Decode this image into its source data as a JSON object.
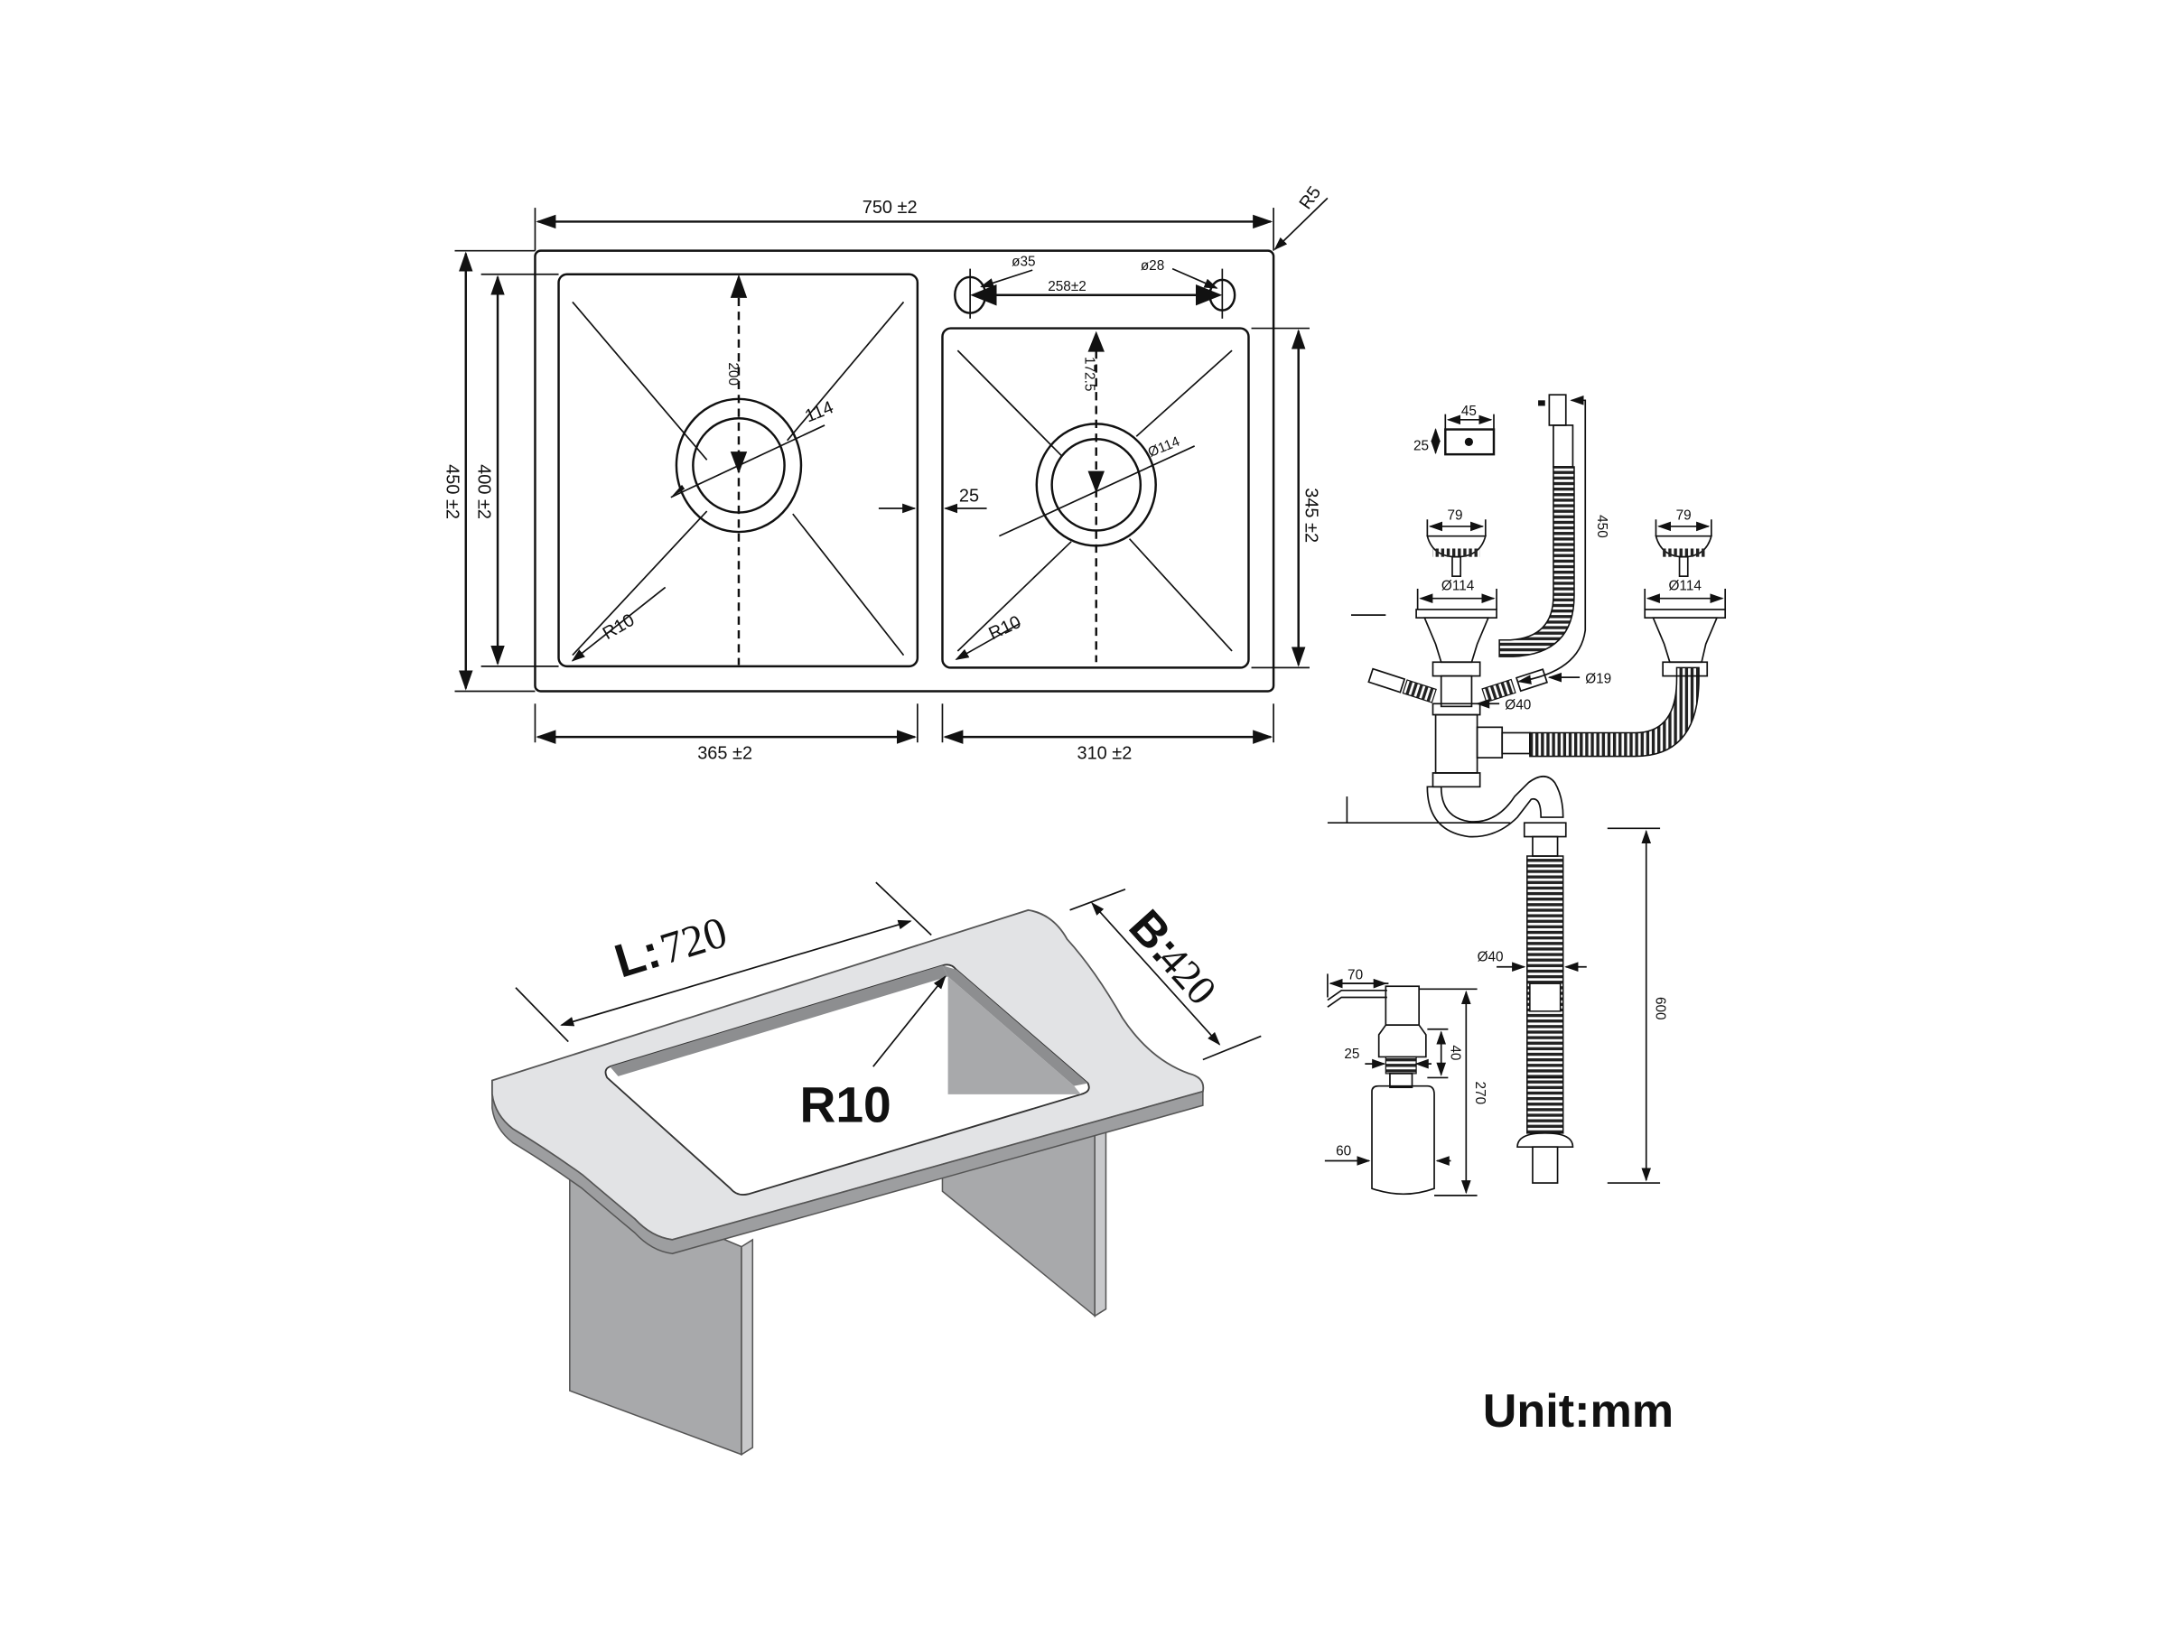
{
  "unit_label": "Unit:mm",
  "top_view": {
    "overall_width": "750 ±2",
    "overall_depth": "450 ±2",
    "corner_radius": "R5",
    "left_bowl_depth": "400 ±2",
    "right_bowl_depth": "345 ±2",
    "left_bowl_width": "365 ±2",
    "right_bowl_width": "310 ±2",
    "divider_width": "25",
    "left_drain_offset": "200",
    "right_drain_offset": "172.5",
    "left_drain_diameter": "114",
    "right_drain_diameter": "Ø114",
    "left_bowl_radius": "R10",
    "right_bowl_radius": "R10",
    "faucet_hole": "ø35",
    "soap_hole": "ø28",
    "hole_spacing": "258±2"
  },
  "cutout_view": {
    "length_label": "L:",
    "length_value": "720",
    "breadth_label": "B:",
    "breadth_value": "420",
    "corner_radius": "R10"
  },
  "drain_kit": {
    "overflow_width": "45",
    "overflow_height": "25",
    "overflow_hose_length": "450",
    "left_basket_diameter": "79",
    "right_basket_diameter": "79",
    "left_flange_diameter": "Ø114",
    "right_flange_diameter": "Ø114",
    "side_inlet_diameter": "Ø19",
    "pipe_diameter": "Ø40",
    "drain_hose_diameter": "Ø40",
    "drain_hose_length": "600"
  },
  "soap_dispenser": {
    "spout_length": "70",
    "neck_diameter": "25",
    "thread_height": "40",
    "total_height": "270",
    "bottle_diameter": "60"
  }
}
